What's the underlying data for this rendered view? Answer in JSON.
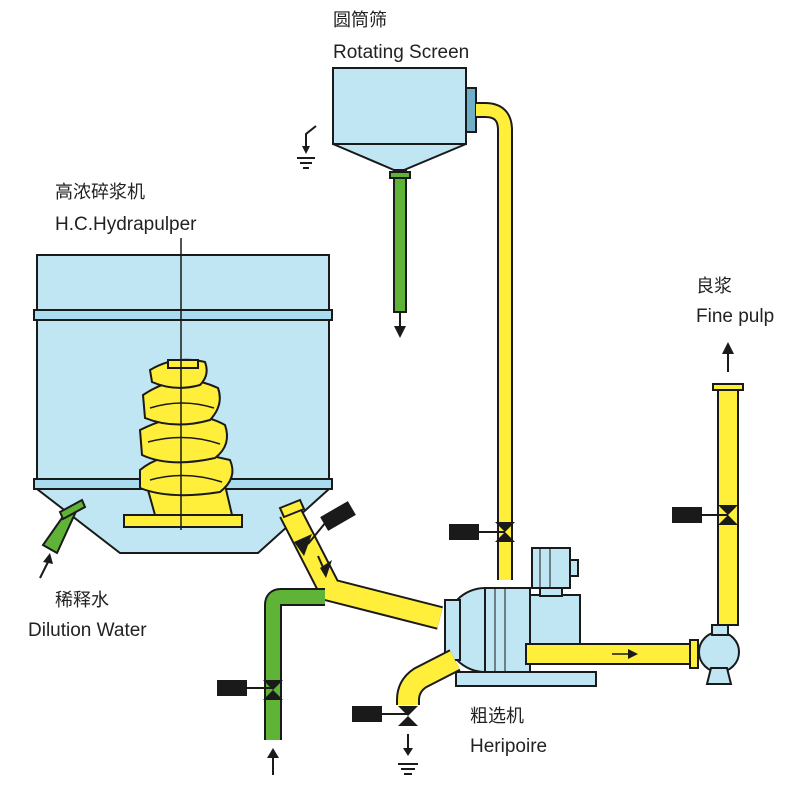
{
  "labels": {
    "rotating_screen_cn": "圆筒筛",
    "rotating_screen_en": "Rotating Screen",
    "hydrapulper_cn": "高浓碎浆机",
    "hydrapulper_en": "H.C.Hydrapulper",
    "fine_pulp_cn": "良浆",
    "fine_pulp_en": "Fine pulp",
    "dilution_water_cn": "稀释水",
    "dilution_water_en": "Dilution Water",
    "heripoire_cn": "粗选机",
    "heripoire_en": "Heripoire"
  },
  "colors": {
    "tank_fill": "#bfe6f2",
    "tank_rim": "#a8dcee",
    "yellow_pipe": "#ffee3a",
    "green_pipe": "#5fb336",
    "valve_actuator": "#1a1a1a",
    "machine_fill": "#bfe6f2",
    "outline": "#1a1a1a"
  },
  "icons": [
    "valve-icon",
    "arrow-up-icon",
    "arrow-down-icon",
    "ground-drain-icon",
    "motor-icon",
    "pump-icon"
  ]
}
